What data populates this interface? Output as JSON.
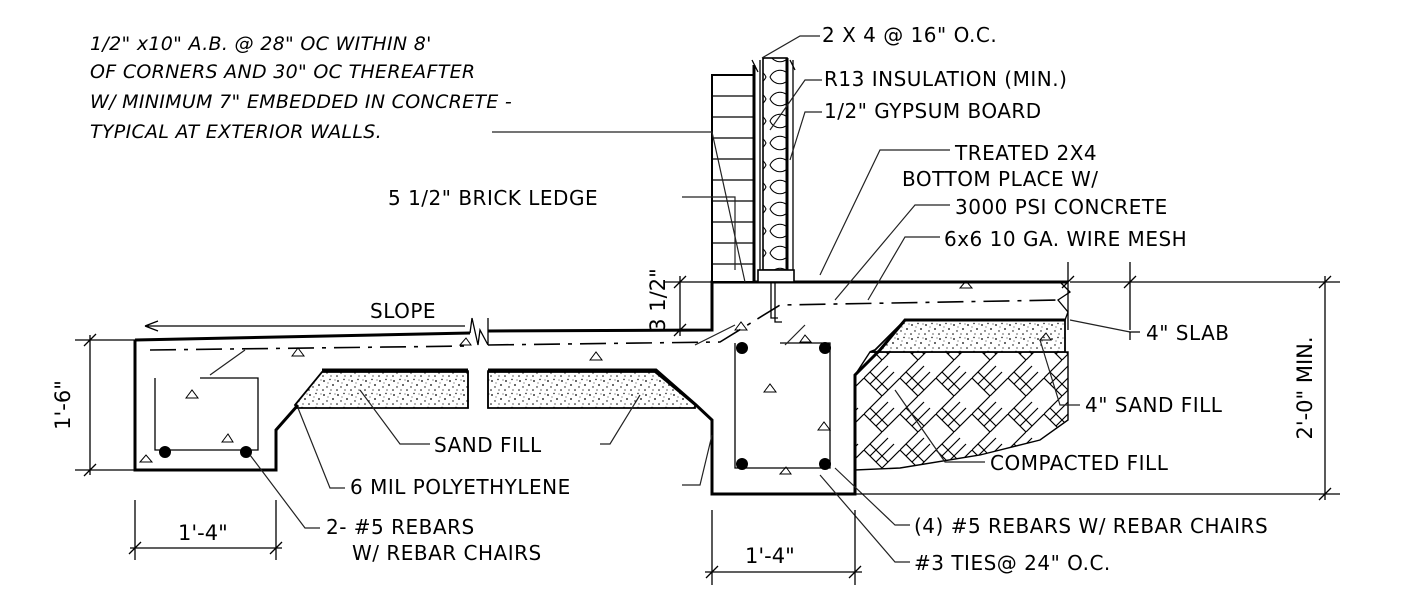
{
  "notes": {
    "anchor_bolt_line1": "1/2\" x10\" A.B. @ 28\" OC WITHIN 8'",
    "anchor_bolt_line2": "OF CORNERS AND 30\" OC THEREAFTER",
    "anchor_bolt_line3": "W/ MINIMUM 7\" EMBEDDED IN CONCRETE -",
    "anchor_bolt_line4": "TYPICAL AT EXTERIOR WALLS.",
    "studs": "2 X 4 @ 16\" O.C.",
    "insulation": "R13 INSULATION (MIN.)",
    "gypsum": "1/2\" GYPSUM BOARD",
    "treated_line1": "TREATED 2X4",
    "treated_line2": "BOTTOM PLACE W/",
    "concrete": "3000 PSI CONCRETE",
    "wire_mesh": "6x6 10 GA. WIRE MESH",
    "brick_ledge": "5 1/2\" BRICK LEDGE",
    "slope": "SLOPE",
    "slab": "4\" SLAB",
    "sand_fill_right": "4\" SAND FILL",
    "compacted_fill": "COMPACTED FILL",
    "sand_fill": "SAND FILL",
    "polyethylene": "6 MIL POLYETHYLENE",
    "rebars_left_line1": "2- #5 REBARS",
    "rebars_left_line2": "W/ REBAR CHAIRS",
    "rebars_right": "(4) #5 REBARS W/ REBAR CHAIRS",
    "ties": "#3 TIES@ 24\" O.C."
  },
  "dimensions": {
    "left_height": "1'-6\"",
    "left_width": "1'-4\"",
    "center_width": "1'-4\"",
    "ledge_drop": "3 1/2\"",
    "right_height": "2'-0\" MIN."
  }
}
